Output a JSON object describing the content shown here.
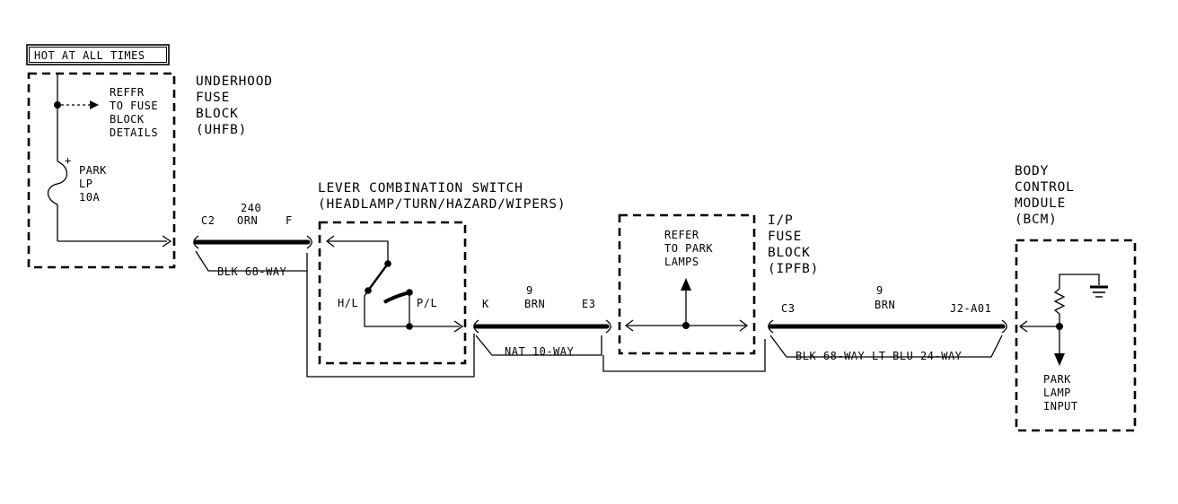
{
  "hot_label": "HOT AT ALL TIMES",
  "uhfb": {
    "name": [
      "UNDERHOOD",
      "FUSE",
      "BLOCK",
      "(UHFB)"
    ],
    "refer": [
      "REFFR",
      "TO FUSE",
      "BLOCK",
      "DETAILS"
    ],
    "fuse": [
      "PARK",
      "LP",
      "10A"
    ],
    "fuse_plus": "+"
  },
  "wire1": {
    "left_pin": "C2",
    "circuit": "240",
    "color": "ORN",
    "right_pin": "F",
    "connector": "BLK 68-WAY"
  },
  "switch": {
    "title": "LEVER COMBINATION SWITCH",
    "subtitle": "(HEADLAMP/TURN/HAZARD/WIPERS)",
    "pos_hl": "H/L",
    "pos_pl": "P/L"
  },
  "wire2": {
    "left_pin": "K",
    "circuit": "9",
    "color": "BRN",
    "right_pin": "E3",
    "connector": "NAT 10-WAY"
  },
  "park_lamps": [
    "REFER",
    "TO PARK",
    "LAMPS"
  ],
  "ipfb": {
    "name": [
      "I/P",
      "FUSE",
      "BLOCK",
      "(IPFB)"
    ]
  },
  "wire3": {
    "left_pin": "C3",
    "circuit": "9",
    "color": "BRN",
    "right_pin": "J2-A01",
    "connector": "BLK 68-WAY LT BLU 24-WAY"
  },
  "bcm": {
    "name": [
      "BODY",
      "CONTROL",
      "MODULE",
      "(BCM)"
    ],
    "input": [
      "PARK",
      "LAMP",
      "INPUT"
    ]
  }
}
